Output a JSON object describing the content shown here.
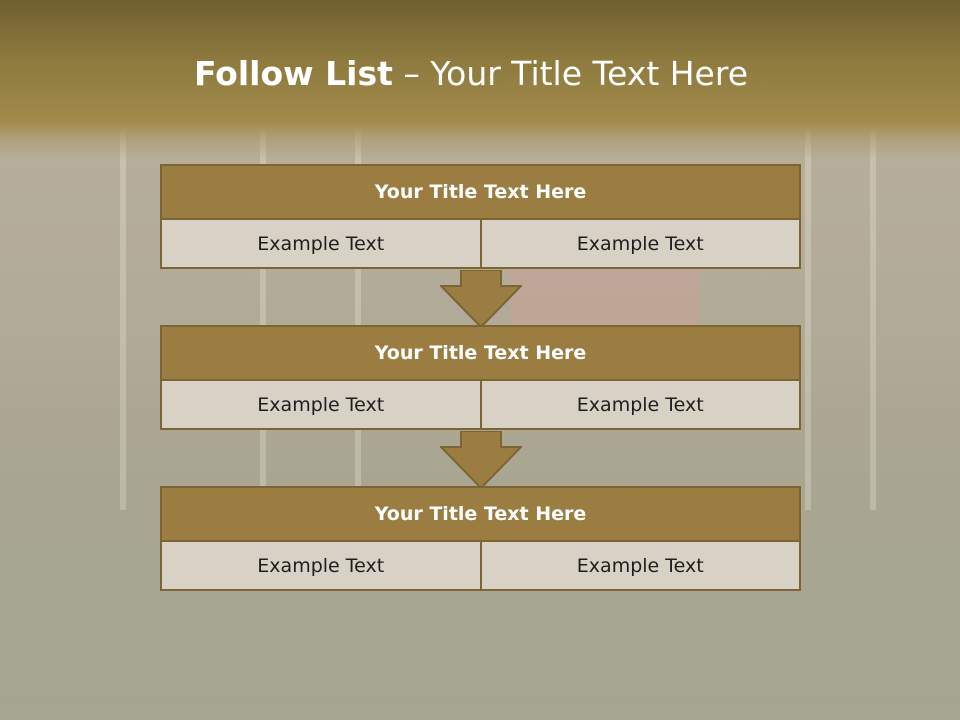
{
  "slide": {
    "title_bold": "Follow List",
    "title_rest": "– Your Title Text Here"
  },
  "blocks": [
    {
      "title": "Your Title Text Here",
      "cells": [
        "Example Text",
        "Example Text"
      ]
    },
    {
      "title": "Your Title Text Here",
      "cells": [
        "Example Text",
        "Example Text"
      ]
    },
    {
      "title": "Your Title Text Here",
      "cells": [
        "Example Text",
        "Example Text"
      ]
    }
  ],
  "colors": {
    "header_band": "#8e7a3e",
    "block_title_fill": "#9b7d42",
    "block_border": "#7c6433",
    "cell_fill": "#d7d1c6",
    "arrow_fill": "#9b7d42"
  },
  "icons": [
    "down-arrow-icon",
    "down-arrow-icon"
  ]
}
